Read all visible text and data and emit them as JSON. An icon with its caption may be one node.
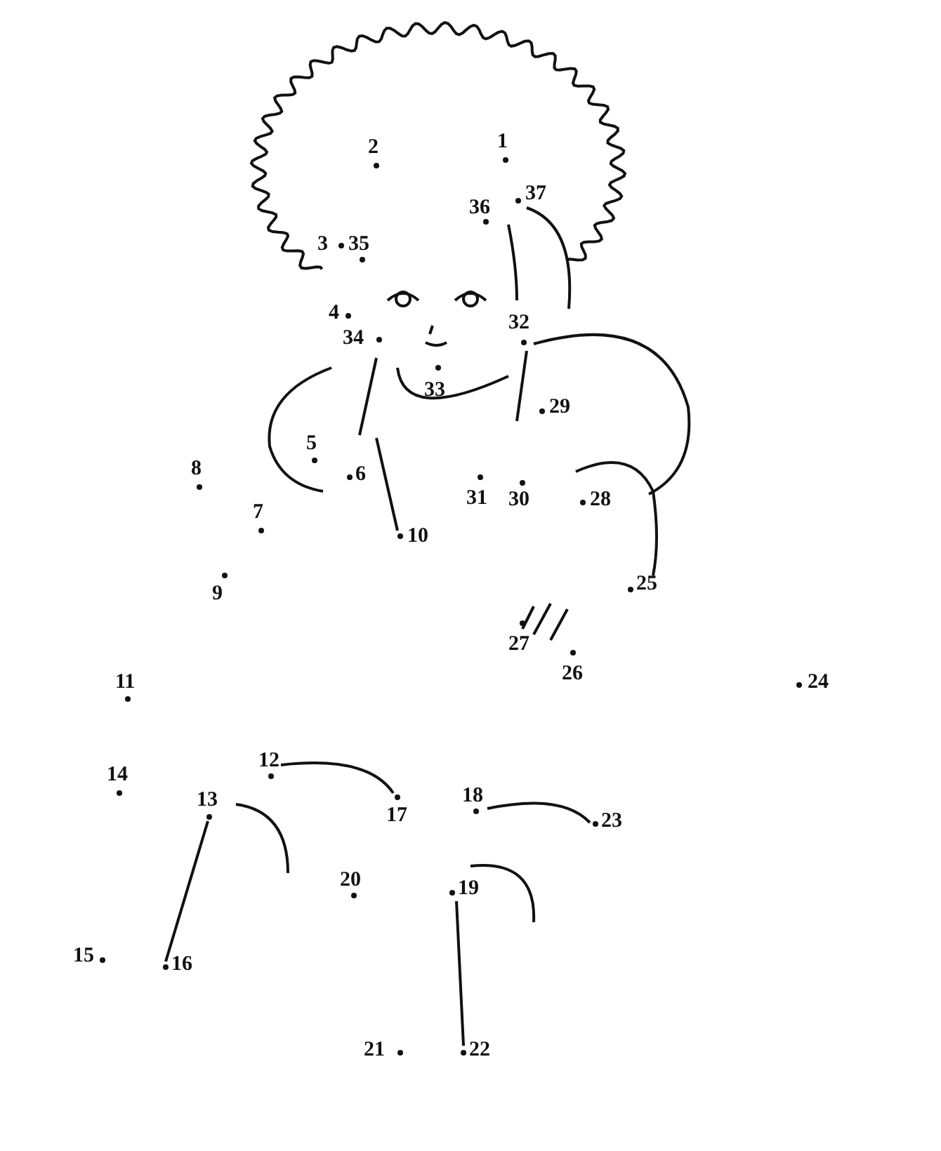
{
  "diagram": {
    "labels": [
      "2",
      "1",
      "37",
      "36",
      "3",
      "35",
      "4",
      "32",
      "34",
      "33",
      "29",
      "5",
      "8",
      "6",
      "31",
      "30",
      "28",
      "7",
      "10",
      "25",
      "9",
      "27",
      "26",
      "11",
      "24",
      "12",
      "14",
      "13",
      "18",
      "17",
      "23",
      "20",
      "19",
      "15",
      "16",
      "21",
      "22"
    ]
  }
}
